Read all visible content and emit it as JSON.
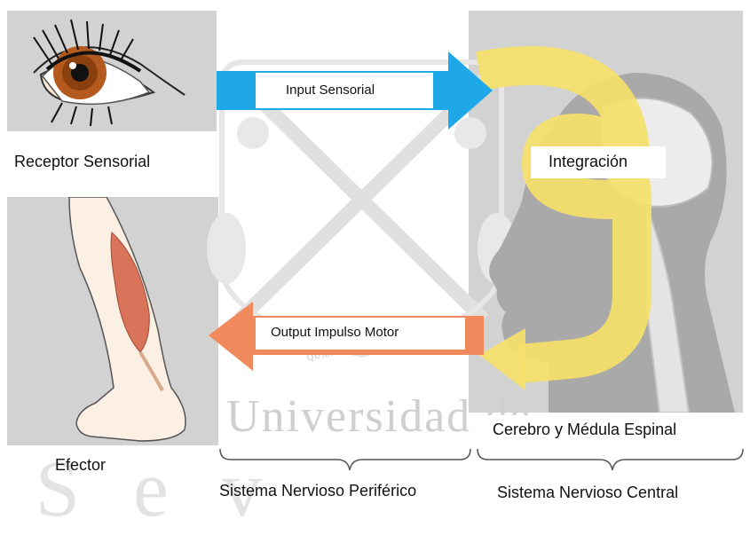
{
  "labels": {
    "input": "Input Sensorial",
    "integration": "Integración",
    "output": "Output Impulso Motor",
    "receptor": "Receptor Sensorial",
    "effector": "Efector",
    "brain": "Cerebro y Médula Espinal",
    "pns": "Sistema Nervioso Periférico",
    "cns": "Sistema Nervioso Central"
  },
  "watermark": {
    "university": "Universidad de",
    "partial": "Sev",
    "motto": "QUÆRERE VERUM"
  },
  "colors": {
    "panel": "#d2d2d2",
    "input_arrow": "#1ea8e8",
    "output_arrow": "#f08a5d",
    "integration_arrow": "#f6e06a",
    "head": "#a9a9a9",
    "skin": "#fcefe4",
    "muscle": "#d9735a"
  }
}
